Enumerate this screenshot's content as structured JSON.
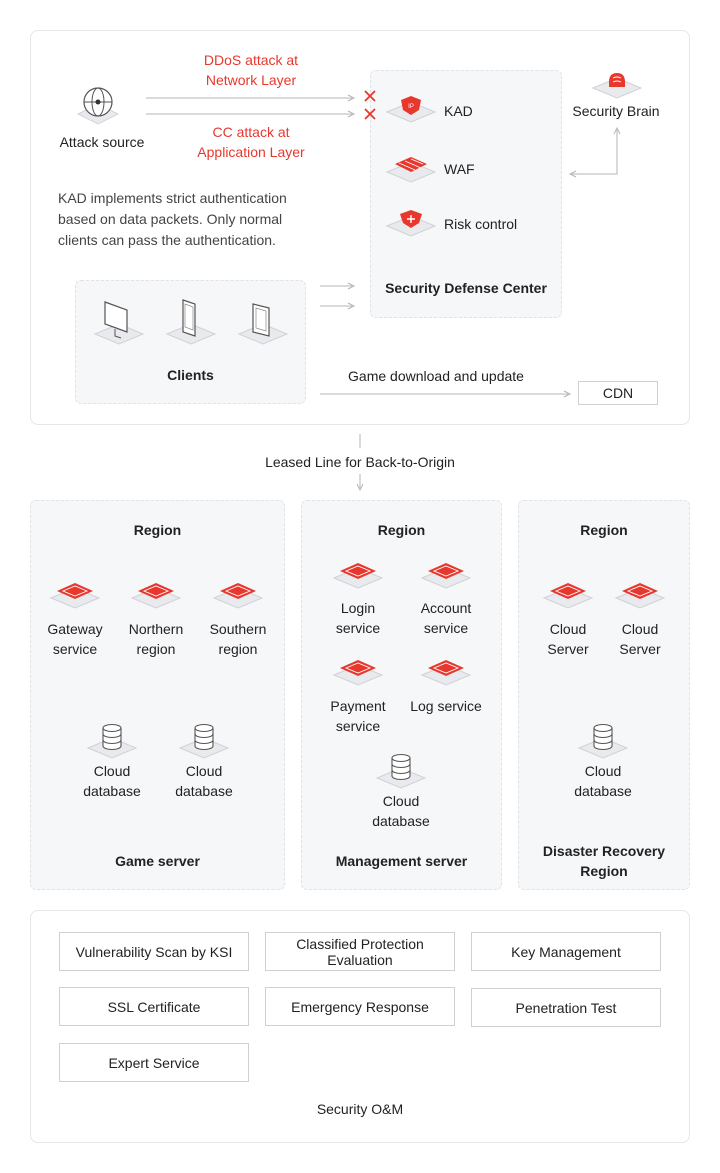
{
  "top": {
    "attack_source": "Attack source",
    "ddos_label": "DDoS attack at Network Layer",
    "cc_label": "CC attack at Application Layer",
    "kad_note": "KAD implements strict authentication based on data packets. Only normal clients can pass the authentication.",
    "defense_items": [
      "KAD",
      "WAF",
      "Risk control"
    ],
    "defense_center": "Security Defense Center",
    "security_brain": "Security Brain",
    "clients": "Clients",
    "game_download": "Game download and update",
    "cdn": "CDN"
  },
  "leased_line": "Leased Line for Back-to-Origin",
  "regions": {
    "game": {
      "region": "Region",
      "services": [
        "Gateway service",
        "Northern region",
        "Southern region"
      ],
      "databases": [
        "Cloud database",
        "Cloud database"
      ],
      "footer": "Game server"
    },
    "management": {
      "region": "Region",
      "services": [
        "Login service",
        "Account service",
        "Payment service",
        "Log service"
      ],
      "database": "Cloud database",
      "footer": "Management server"
    },
    "dr": {
      "region": "Region",
      "servers": [
        "Cloud Server",
        "Cloud Server"
      ],
      "database": "Cloud database",
      "footer": "Disaster Recovery Region"
    }
  },
  "om": {
    "items": [
      "Vulnerability Scan by KSI",
      "Classified Protection Evaluation",
      "Key Management",
      "SSL Certificate",
      "Emergency Response",
      "Penetration Test",
      "Expert Service"
    ],
    "footer": "Security O&M"
  },
  "colors": {
    "accent_red": "#e8382e",
    "panel_border": "#e6e6e9",
    "subpanel_bg": "#f6f7f9"
  }
}
